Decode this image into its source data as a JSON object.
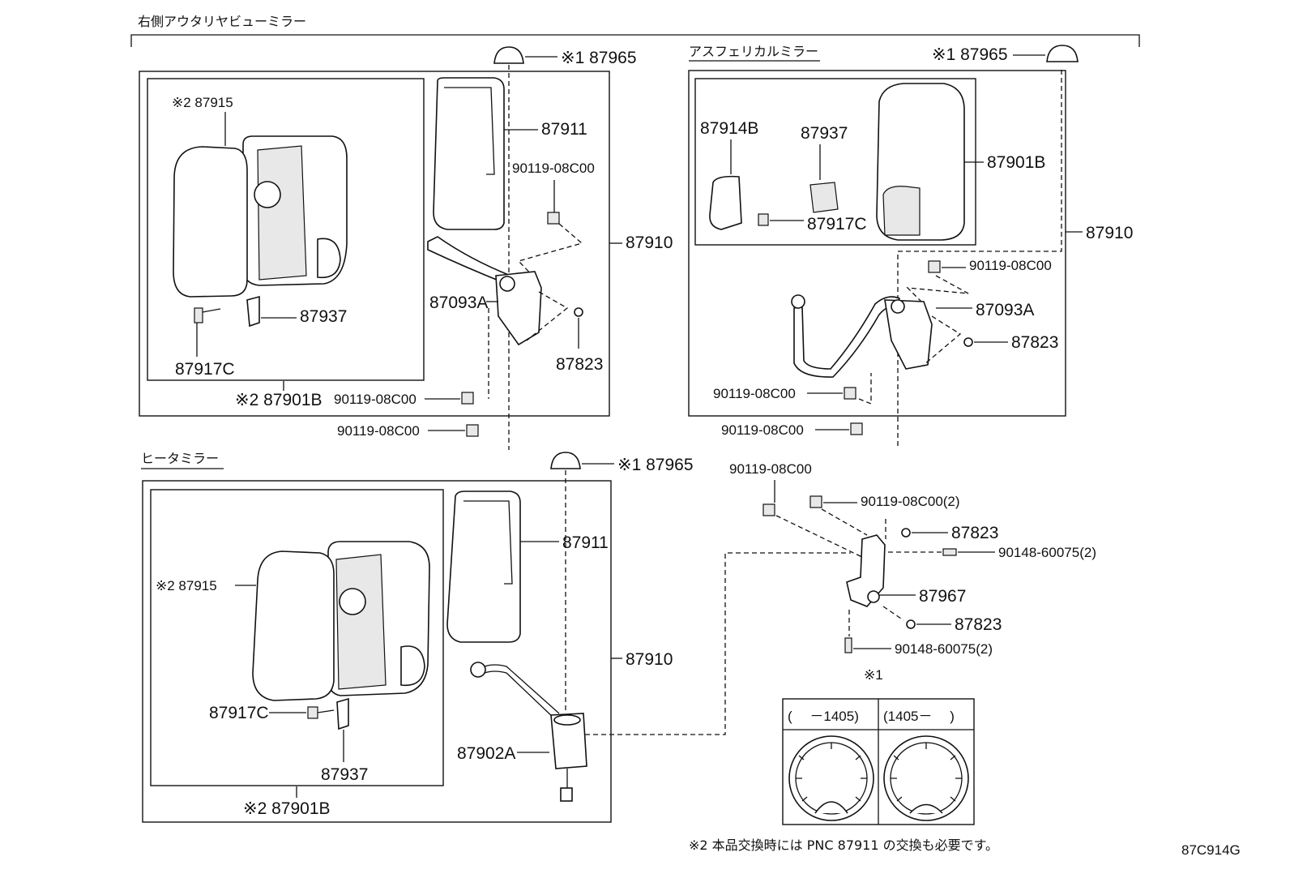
{
  "sections": {
    "outer_title": "右側アウタリヤビューミラー",
    "aspherical_title": "アスフェリカルミラー",
    "heater_title": "ヒータミラー",
    "note1_marker": "※1",
    "note2_text": "※2 本品交換時には PNC 87911 の交換も必要です。",
    "illustration_code": "87C914G"
  },
  "legend_table": {
    "col1_header": "(　 －1405)",
    "col2_header": "(1405－　 )"
  },
  "callouts": {
    "tl_87965": "※1 87965",
    "tl_87915": "※2  87915",
    "tl_87911": "87911",
    "tl_90119a": "90119-08C00",
    "tl_87910": "87910",
    "tl_87093A": "87093A",
    "tl_87937": "87937",
    "tl_87823": "87823",
    "tl_87917C": "87917C",
    "tl_87901B": "※2  87901B",
    "tl_90119b": "90119-08C00",
    "tl_90119c": "90119-08C00",
    "tr_87965": "※1 87965",
    "tr_87914B": "87914B",
    "tr_87937": "87937",
    "tr_87901B": "87901B",
    "tr_87917C": "87917C",
    "tr_87910": "87910",
    "tr_90119a": "90119-08C00",
    "tr_87093A": "87093A",
    "tr_87823": "87823",
    "tr_90119b": "90119-08C00",
    "tr_90119c": "90119-08C00",
    "bl_87965": "※1 87965",
    "bl_87915": "※2  87915",
    "bl_87911": "87911",
    "bl_87910": "87910",
    "bl_87917C": "87917C",
    "bl_87937": "87937",
    "bl_87902A": "87902A",
    "bl_87901B": "※2  87901B",
    "br_90119a": "90119-08C00",
    "br_90119b": "90119-08C00(2)",
    "br_87823a": "87823",
    "br_90148a": "90148-60075(2)",
    "br_87967": "87967",
    "br_87823b": "87823",
    "br_90148b": "90148-60075(2)"
  }
}
